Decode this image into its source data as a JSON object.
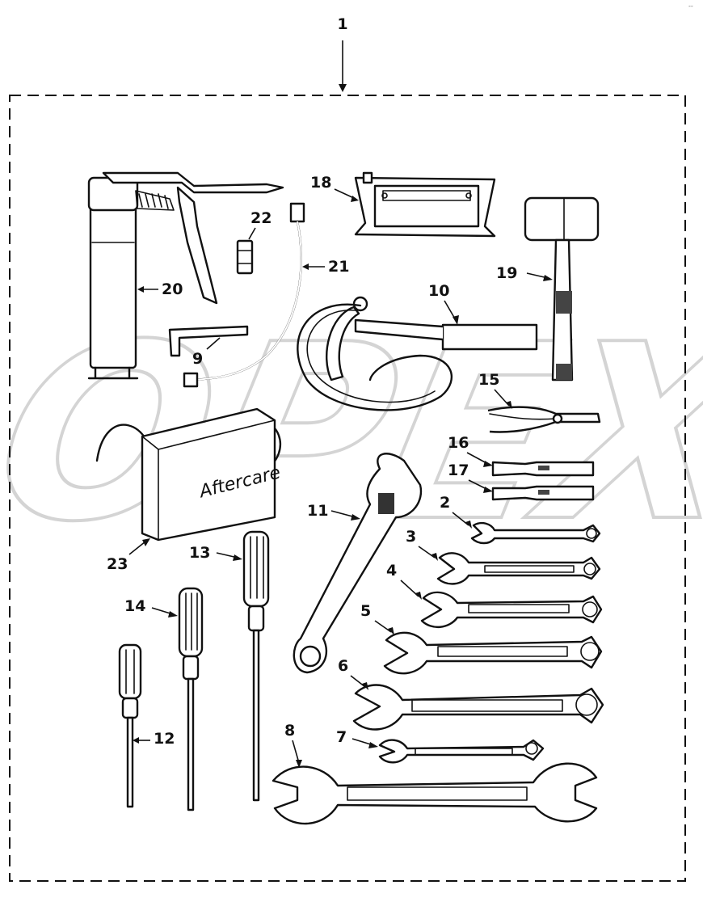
{
  "diagram": {
    "assembly_number": "1",
    "watermark_text": "OPEX",
    "bag_brand": "Aftercare",
    "corner_mark": "--",
    "callouts": [
      {
        "id": "2",
        "label": "2"
      },
      {
        "id": "3",
        "label": "3"
      },
      {
        "id": "4",
        "label": "4"
      },
      {
        "id": "5",
        "label": "5"
      },
      {
        "id": "6",
        "label": "6"
      },
      {
        "id": "7",
        "label": "7"
      },
      {
        "id": "8",
        "label": "8"
      },
      {
        "id": "9",
        "label": "9"
      },
      {
        "id": "10",
        "label": "10"
      },
      {
        "id": "11",
        "label": "11"
      },
      {
        "id": "12",
        "label": "12"
      },
      {
        "id": "13",
        "label": "13"
      },
      {
        "id": "14",
        "label": "14"
      },
      {
        "id": "15",
        "label": "15"
      },
      {
        "id": "16",
        "label": "16"
      },
      {
        "id": "17",
        "label": "17"
      },
      {
        "id": "18",
        "label": "18"
      },
      {
        "id": "19",
        "label": "19"
      },
      {
        "id": "20",
        "label": "20"
      },
      {
        "id": "21",
        "label": "21"
      },
      {
        "id": "22",
        "label": "22"
      },
      {
        "id": "23",
        "label": "23"
      }
    ]
  },
  "colors": {
    "line": "#111111",
    "background": "#ffffff",
    "watermark": "#d0d0d0"
  }
}
